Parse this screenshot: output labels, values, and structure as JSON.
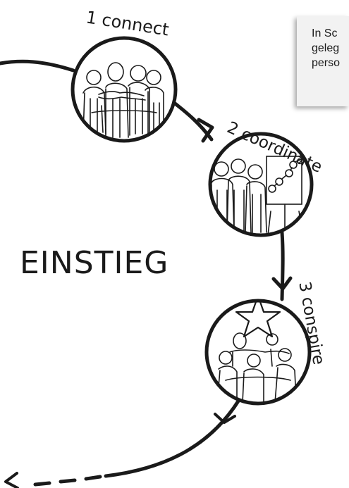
{
  "note": {
    "lines": [
      "In Sc",
      "geleg",
      "perso"
    ]
  },
  "steps": [
    {
      "label": "1 connect"
    },
    {
      "label": "2 coordinate"
    },
    {
      "label": "3 conspire"
    }
  ],
  "title": "EINSTIEG",
  "flowchart": {
    "direction": "top-to-bottom",
    "nodes": [
      "1 connect",
      "2 coordinate",
      "3 conspire"
    ],
    "edges": [
      [
        "1 connect",
        "2 coordinate"
      ],
      [
        "2 coordinate",
        "3 conspire"
      ]
    ],
    "ink_color": "#1a1a1a"
  }
}
